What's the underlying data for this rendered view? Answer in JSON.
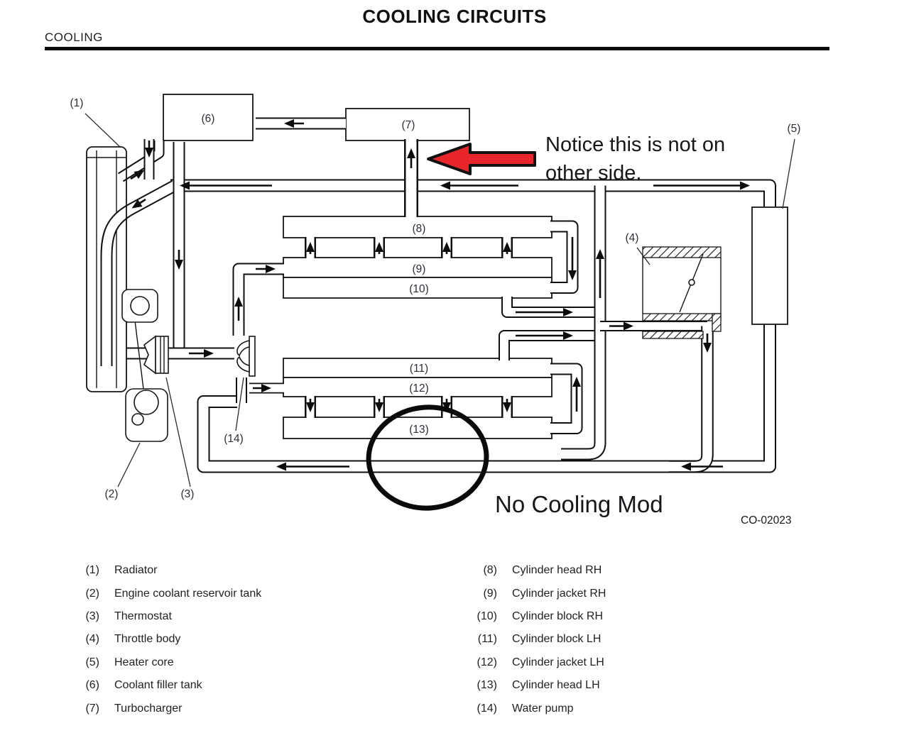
{
  "page": {
    "title": "COOLING CIRCUITS",
    "section": "COOLING",
    "figure_code": "CO-02023"
  },
  "diagram": {
    "component_labels": {
      "c1": "(1)",
      "c2": "(2)",
      "c3": "(3)",
      "c4": "(4)",
      "c5": "(5)",
      "c6": "(6)",
      "c7": "(7)",
      "c8": "(8)",
      "c9": "(9)",
      "c10": "(10)",
      "c11": "(11)",
      "c12": "(12)",
      "c13": "(13)",
      "c14": "(14)"
    },
    "annotations": {
      "notice_line1": "Notice this is not on",
      "notice_line2": "other side.",
      "no_cooling_mod": "No Cooling Mod"
    },
    "colors": {
      "highlight_red": "#e8252b",
      "ink": "#101010"
    }
  },
  "legend": {
    "left": [
      {
        "num": "(1)",
        "label": "Radiator"
      },
      {
        "num": "(2)",
        "label": "Engine coolant reservoir tank"
      },
      {
        "num": "(3)",
        "label": "Thermostat"
      },
      {
        "num": "(4)",
        "label": "Throttle body"
      },
      {
        "num": "(5)",
        "label": "Heater core"
      },
      {
        "num": "(6)",
        "label": "Coolant filler tank"
      },
      {
        "num": "(7)",
        "label": "Turbocharger"
      }
    ],
    "right": [
      {
        "num": "(8)",
        "label": "Cylinder head RH"
      },
      {
        "num": "(9)",
        "label": "Cylinder jacket RH"
      },
      {
        "num": "(10)",
        "label": "Cylinder block RH"
      },
      {
        "num": "(11)",
        "label": "Cylinder block LH"
      },
      {
        "num": "(12)",
        "label": "Cylinder jacket LH"
      },
      {
        "num": "(13)",
        "label": "Cylinder head LH"
      },
      {
        "num": "(14)",
        "label": "Water pump"
      }
    ]
  }
}
